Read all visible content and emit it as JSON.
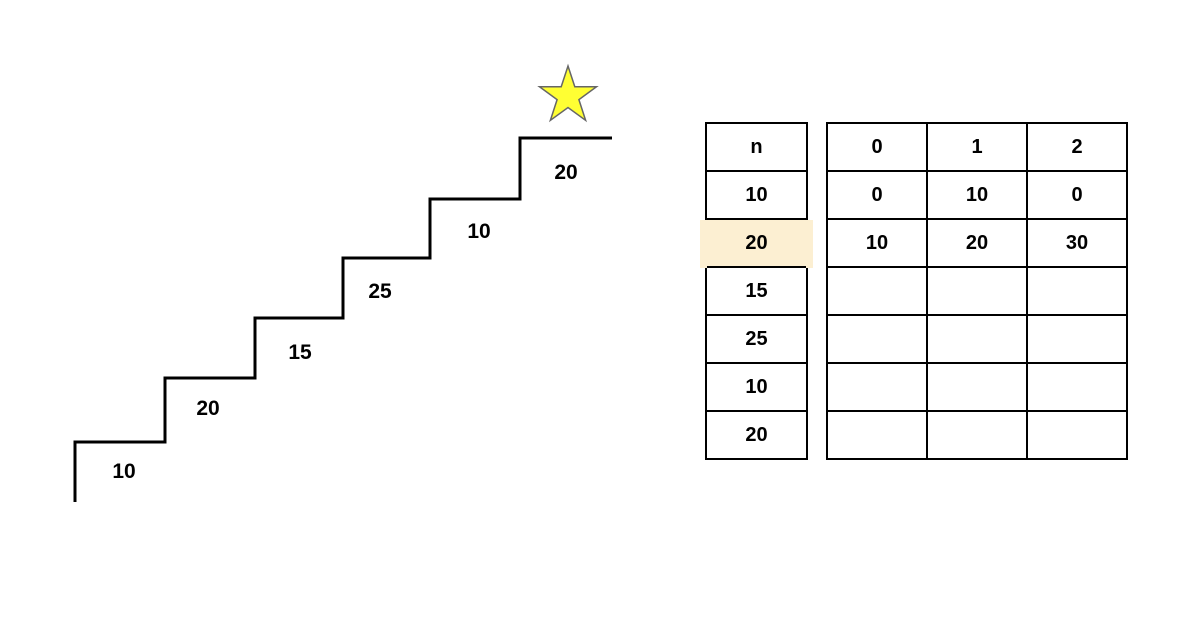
{
  "diagram": {
    "description": "staircase with step costs leading to a star goal",
    "steps": [
      {
        "label": "10"
      },
      {
        "label": "20"
      },
      {
        "label": "15"
      },
      {
        "label": "25"
      },
      {
        "label": "10"
      },
      {
        "label": "20"
      }
    ],
    "line_color": "#000000",
    "star": {
      "fill": "#ffff33",
      "stroke": "#666666"
    }
  },
  "n_table": {
    "header": "n",
    "rows": [
      "10",
      "20",
      "15",
      "25",
      "10",
      "20"
    ],
    "highlighted_row_index": 1,
    "highlighted_value": "20",
    "highlight_color": "#fcefd2"
  },
  "memo_table": {
    "col_headers": [
      "0",
      "1",
      "2"
    ],
    "rows": [
      [
        "0",
        "10",
        "0"
      ],
      [
        "10",
        "20",
        "30"
      ],
      [
        "",
        "",
        ""
      ],
      [
        "",
        "",
        ""
      ],
      [
        "",
        "",
        ""
      ],
      [
        "",
        "",
        ""
      ]
    ]
  }
}
